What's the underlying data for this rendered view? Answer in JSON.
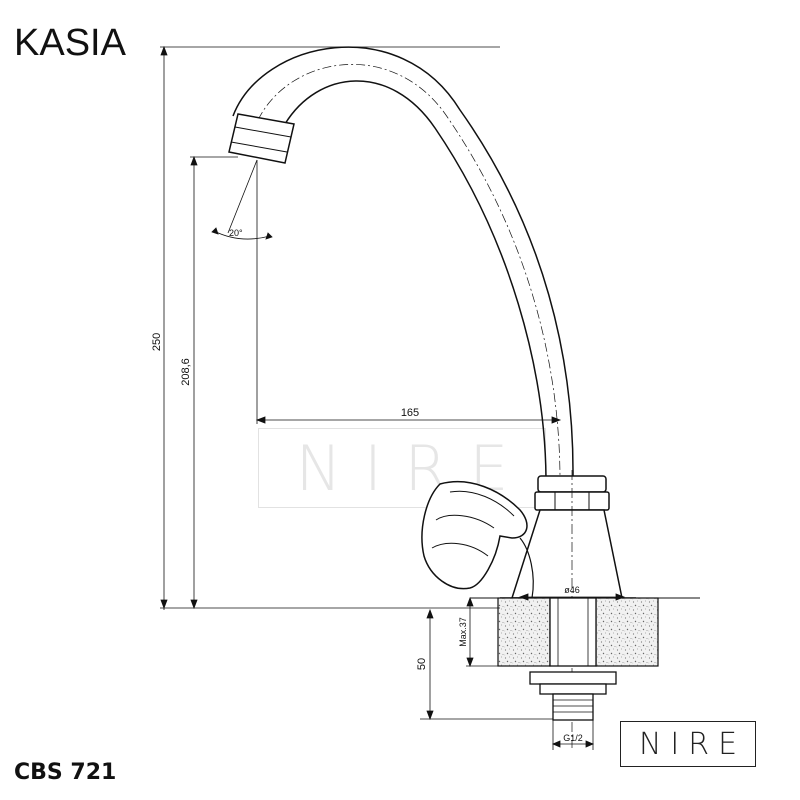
{
  "header": {
    "model_name": "KASIA"
  },
  "footer": {
    "product_code": "CBS 721"
  },
  "logo": {
    "text": "NIRE"
  },
  "watermark": {
    "text": "NIRE"
  },
  "dimensions": {
    "total_height": "250",
    "outlet_height": "208,6",
    "reach": "165",
    "spray_angle": "20°",
    "base_diameter": "ø46",
    "max_counter_thickness": "Max.37",
    "shank_length": "50",
    "thread": "G1/2"
  }
}
